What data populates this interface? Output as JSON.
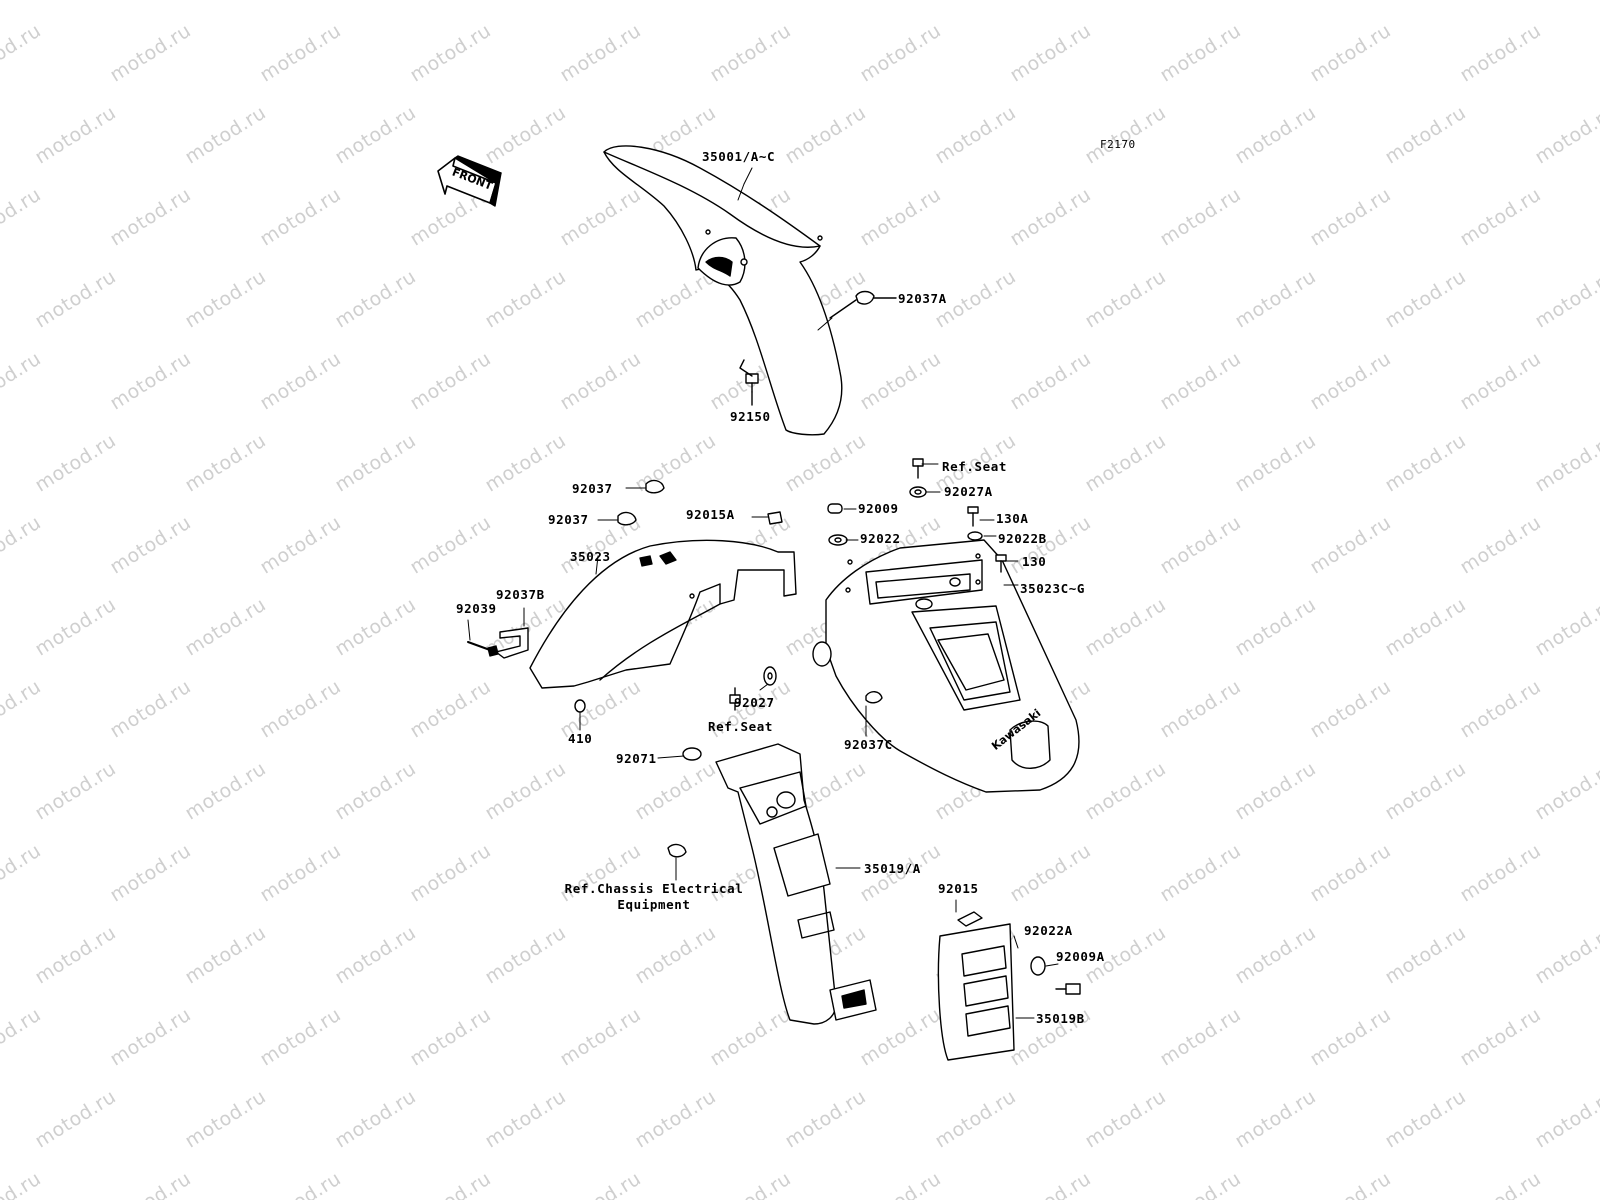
{
  "watermark": "motod.ru",
  "figure_code": "F2170",
  "front_arrow_label": "FRONT",
  "brand_decal": "Kawasaki",
  "parts": {
    "p35001": "35001/A~C",
    "p92037A": "92037A",
    "p92150": "92150",
    "refSeatTop": "Ref.Seat",
    "p92027A": "92027A",
    "p92009": "92009",
    "p130A": "130A",
    "p92022": "92022",
    "p92022B": "92022B",
    "p130": "130",
    "p35023CG": "35023C~G",
    "p92037a": "92037",
    "p92037b": "92037",
    "p92015A": "92015A",
    "p35023": "35023",
    "p92037B": "92037B",
    "p92039": "92039",
    "p410": "410",
    "p92027": "92027",
    "refSeatMid": "Ref.Seat",
    "p92037C": "92037C",
    "p92071": "92071",
    "p35019A": "35019/A",
    "refChassis1": "Ref.Chassis Electrical",
    "refChassis2": "Equipment",
    "p92015": "92015",
    "p92022A": "92022A",
    "p92009A": "92009A",
    "p35019B": "35019B"
  }
}
